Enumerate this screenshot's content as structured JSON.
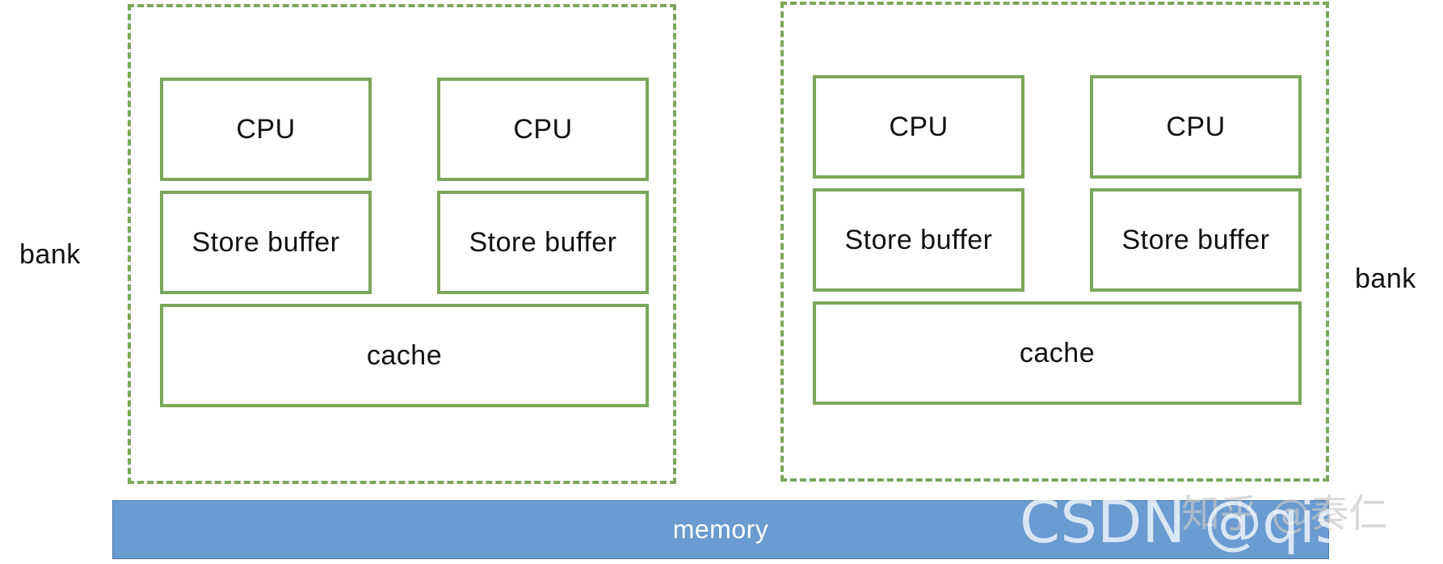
{
  "left_bank": {
    "label": "bank",
    "cpus": [
      "CPU",
      "CPU"
    ],
    "store_buffers": [
      "Store buffer",
      "Store buffer"
    ],
    "cache": "cache"
  },
  "right_bank": {
    "label": "bank",
    "cpus": [
      "CPU",
      "CPU"
    ],
    "store_buffers": [
      "Store buffer",
      "Store buffer"
    ],
    "cache": "cache"
  },
  "memory": {
    "label": "memory"
  },
  "watermark": {
    "zhihu": "知乎 @秦仁",
    "csdn": "CSDN @qis"
  },
  "colors": {
    "green_border": "#7aa75a",
    "memory_fill": "#6a9bd1"
  }
}
